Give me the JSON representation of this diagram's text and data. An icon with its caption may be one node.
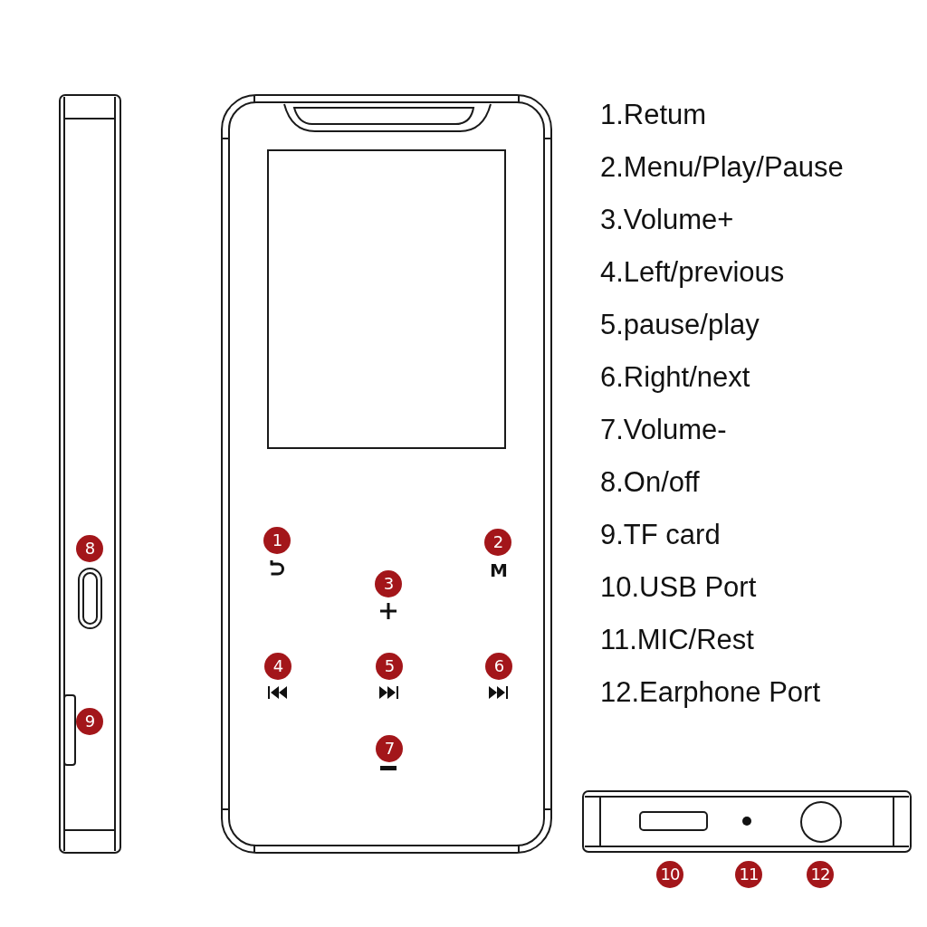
{
  "diagram": {
    "labels": [
      "8",
      "9",
      "1",
      "2",
      "M",
      "3",
      "4",
      "5",
      "6",
      "7",
      "1.Retum",
      "2.Menu/Play/Pause",
      "3.Volume+",
      "4.Left/previous",
      "5.pause/play",
      "6.Right/next",
      "7.Volume-",
      "8.On/off",
      "9.TF card",
      "10.USB Port",
      "11.MIC/Rest",
      "12.Earphone Port",
      "10",
      "11",
      "12"
    ]
  }
}
